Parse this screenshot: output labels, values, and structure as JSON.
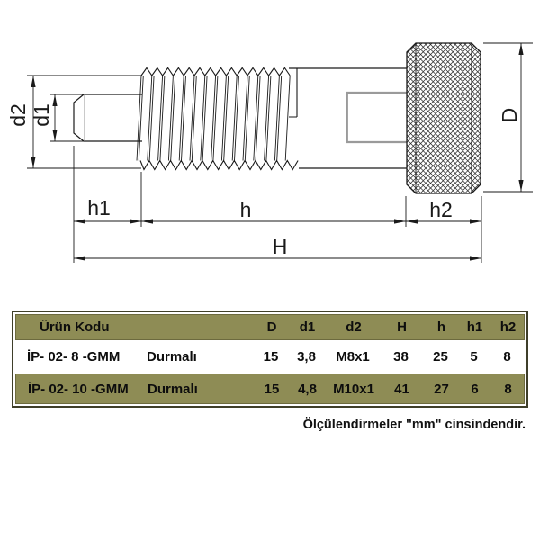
{
  "drawing": {
    "description": "dimensioned side view of an index plunger with knurled knob",
    "dim_labels": {
      "d2": "d2",
      "d1": "d1",
      "D": "D",
      "h1": "h1",
      "h": "h",
      "h2": "h2",
      "H": "H"
    }
  },
  "table": {
    "headers": {
      "product_code": "Ürün Kodu",
      "type": "",
      "D": "D",
      "d1": "d1",
      "d2": "d2",
      "H": "H",
      "h": "h",
      "h1": "h1",
      "h2": "h2"
    },
    "rows": [
      {
        "code": "İP- 02- 8 -GMM",
        "type": "Durmalı",
        "D": "15",
        "d1": "3,8",
        "d2": "M8x1",
        "H": "38",
        "h": "25",
        "h1": "5",
        "h2": "8"
      },
      {
        "code": "İP- 02- 10 -GMM",
        "type": "Durmalı",
        "D": "15",
        "d1": "4,8",
        "d2": "M10x1",
        "H": "41",
        "h": "27",
        "h1": "6",
        "h2": "8"
      }
    ]
  },
  "note": "Ölçülendirmeler \"mm\" cinsindendir.",
  "colors": {
    "olive_row": "#8e8c55",
    "olive_row_border": "#6c6a3e",
    "table_outer_border": "#3f3f2a",
    "drawing_line": "#1a1a1a",
    "slot_gray_line": "#9a9a9a",
    "text": "#0d0d0d"
  }
}
